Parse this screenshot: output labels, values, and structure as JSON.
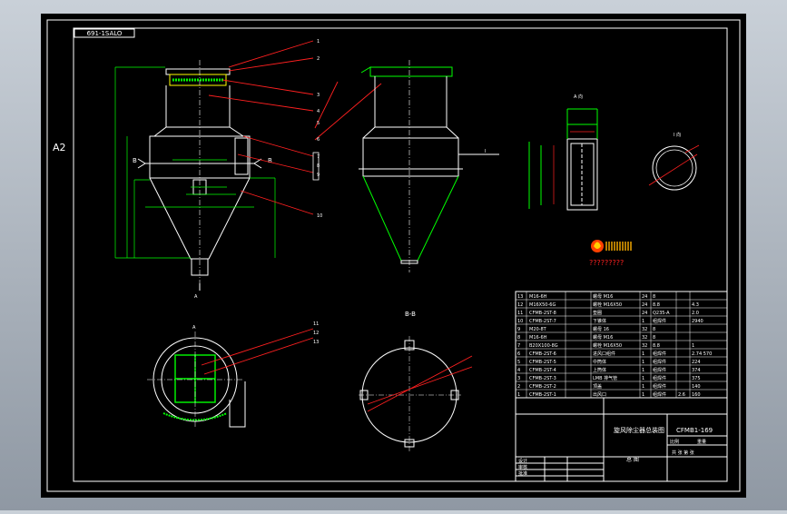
{
  "drawing": {
    "sheet_size": "A2",
    "stamp": "691-1SALO",
    "title": "旋风除尘器总装图",
    "drawing_no": "CFMB1-169",
    "view_a_label": "A",
    "view_a_label_top": "A",
    "section_bb_label": "B-B",
    "section_b_left": "B",
    "section_b_right": "B",
    "arrow_view_a": "A  向",
    "arrow_view_b": "I  向",
    "watermark_text": "?????????",
    "callouts": [
      "1",
      "2",
      "3",
      "4",
      "5",
      "6",
      "7",
      "8",
      "9",
      "10"
    ],
    "callouts_lower": [
      "11",
      "12",
      "13"
    ],
    "bom_rows": [
      {
        "no": "13",
        "code": "M16-6H",
        "name": "螺母 M16",
        "qty": "24",
        "mat": "8",
        "w": "",
        "note": ""
      },
      {
        "no": "12",
        "code": "M16X50-6G",
        "name": "螺栓 M16X50",
        "qty": "24",
        "mat": "8.8",
        "w": "",
        "note": "4.3"
      },
      {
        "no": "11",
        "code": "CFMB-2ST-8",
        "name": "垫圈",
        "qty": "24",
        "mat": "Q235-A",
        "w": "",
        "note": "2.0"
      },
      {
        "no": "10",
        "code": "CFMB-2ST-7",
        "name": "下锥体",
        "qty": "1",
        "mat": "组焊件",
        "w": "",
        "note": "2940"
      },
      {
        "no": "9",
        "code": "M20-8T",
        "name": "螺母 16",
        "qty": "32",
        "mat": "8",
        "w": "",
        "note": ""
      },
      {
        "no": "8",
        "code": "M16-6H",
        "name": "螺母 M16",
        "qty": "32",
        "mat": "8",
        "w": "",
        "note": ""
      },
      {
        "no": "7",
        "code": "B20X100-8G",
        "name": "螺栓 M16X50",
        "qty": "32",
        "mat": "8.8",
        "w": "",
        "note": "1"
      },
      {
        "no": "6",
        "code": "CFMB-2ST-6",
        "name": "进风口组件",
        "qty": "1",
        "mat": "组焊件",
        "w": "",
        "note": "2.74 570"
      },
      {
        "no": "5",
        "code": "CFMB-2ST-5",
        "name": "中筒体",
        "qty": "1",
        "mat": "组焊件",
        "w": "",
        "note": "224"
      },
      {
        "no": "4",
        "code": "CFMB-2ST-4",
        "name": "上筒体",
        "qty": "1",
        "mat": "组焊件",
        "w": "",
        "note": "374"
      },
      {
        "no": "3",
        "code": "CFMB-2ST-3",
        "name": "LMB 排气管",
        "qty": "1",
        "mat": "组焊件",
        "w": "",
        "note": "375"
      },
      {
        "no": "2",
        "code": "CFMB-2ST-2",
        "name": "顶盖",
        "qty": "1",
        "mat": "组焊件",
        "w": "",
        "note": "140"
      },
      {
        "no": "1",
        "code": "CFMB-2ST-1",
        "name": "出风口",
        "qty": "1",
        "mat": "组焊件",
        "w": "2.6",
        "note": "160"
      }
    ],
    "title_block": {
      "scale_label": "比例",
      "weight_label": "重量",
      "sheet_label": "共 张 第 张",
      "design": "设计",
      "check": "审核",
      "approve": "批准",
      "assembly": "总 图"
    }
  },
  "colors": {
    "outer_bg": "#000000",
    "lines": "#ffffff",
    "dims": "#00ff00",
    "leaders": "#ff2020",
    "cyan": "#00ffff",
    "yellow": "#ffff00"
  }
}
